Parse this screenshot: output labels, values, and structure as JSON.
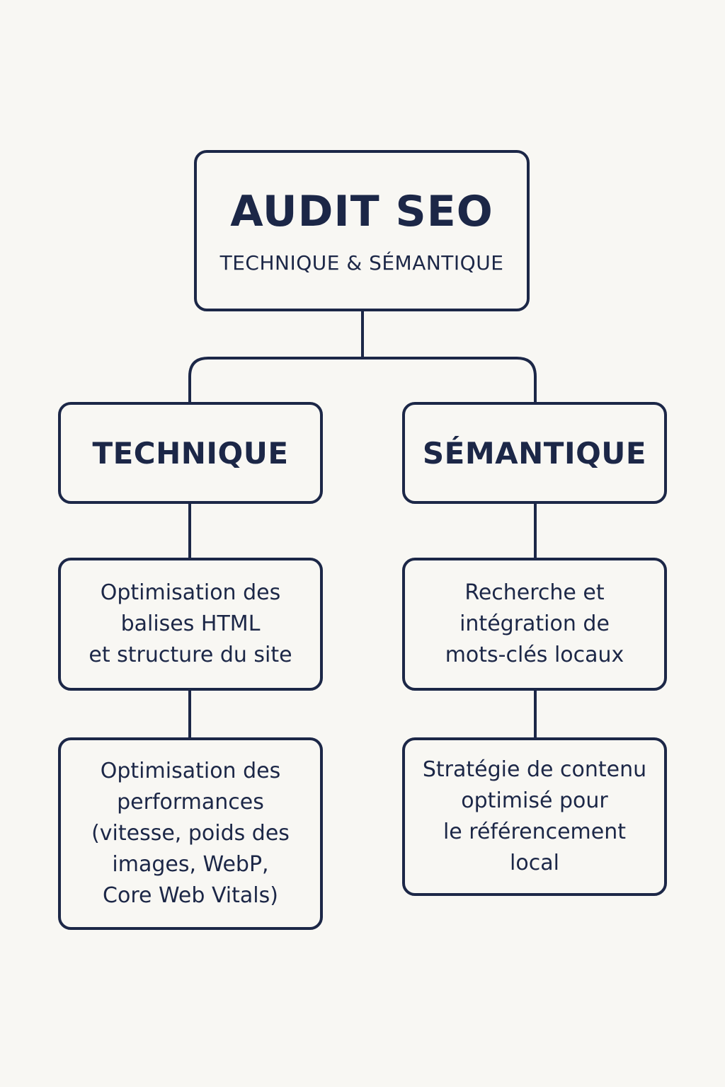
{
  "root": {
    "title": "AUDIT SEO",
    "subtitle": "TECHNIQUE & SÉMANTIQUE"
  },
  "branches": [
    {
      "title": "TECHNIQUE",
      "items": [
        "Optimisation des\nbalises HTML\net structure du site",
        "Optimisation des\nperformances\n(vitesse, poids des\nimages, WebP,\nCore Web Vitals)"
      ]
    },
    {
      "title": "SÉMANTIQUE",
      "items": [
        "Recherche et\nintégration de\nmots-clés locaux",
        "Stratégie de contenu\noptimisé pour\nle référencement\nlocal"
      ]
    }
  ],
  "colors": {
    "ink": "#1c2747",
    "background": "#f8f7f3"
  }
}
